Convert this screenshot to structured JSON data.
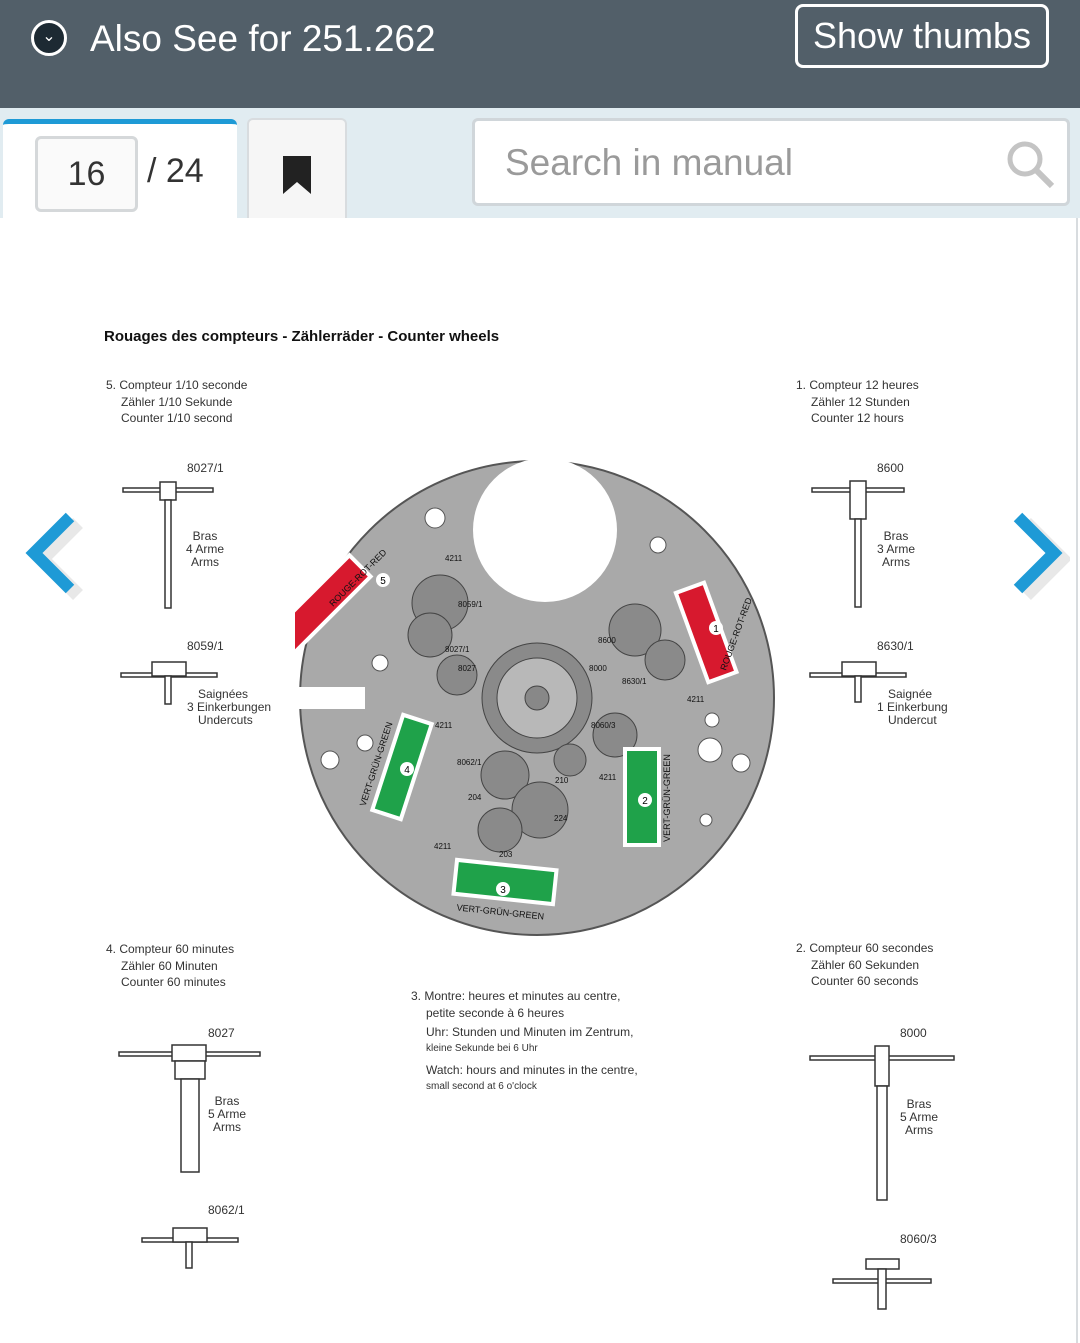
{
  "header": {
    "title": "Also See for 251.262",
    "show_thumbs": "Show thumbs"
  },
  "pager": {
    "current": "16",
    "total": "/ 24"
  },
  "search": {
    "placeholder": "Search in manual"
  },
  "page": {
    "heading": "Rouages des compteurs - Zählerräder - Counter wheels",
    "counter5": [
      "5. Compteur 1/10 seconde",
      "Zähler 1/10 Sekunde",
      "Counter 1/10 second"
    ],
    "counter1": [
      "1. Compteur 12 heures",
      "Zähler 12 Stunden",
      "Counter 12 hours"
    ],
    "counter4": [
      "4. Compteur 60 minutes",
      "Zähler 60 Minuten",
      "Counter 60 minutes"
    ],
    "counter2": [
      "2. Compteur 60 secondes",
      "Zähler 60 Sekunden",
      "Counter 60 seconds"
    ],
    "watch3": [
      "3. Montre: heures et minutes au centre,",
      "petite seconde à 6 heures",
      "Uhr: Stunden und Minuten im Zentrum,",
      "kleine Sekunde bei 6 Uhr",
      "Watch: hours and minutes in the centre,",
      "small second at 6 o'clock"
    ],
    "parts": {
      "p8027_1": {
        "code": "8027/1",
        "l1": "Bras",
        "l2": "4 Arme",
        "l3": "Arms"
      },
      "p8059_1": {
        "code": "8059/1",
        "l1": "Saignées",
        "l2": "3 Einkerbungen",
        "l3": "Undercuts"
      },
      "p8600": {
        "code": "8600",
        "l1": "Bras",
        "l2": "3 Arme",
        "l3": "Arms"
      },
      "p8630_1": {
        "code": "8630/1",
        "l1": "Saignée",
        "l2": "1 Einkerbung",
        "l3": "Undercut"
      },
      "p8027": {
        "code": "8027",
        "l1": "Bras",
        "l2": "5 Arme",
        "l3": "Arms"
      },
      "p8062_1": {
        "code": "8062/1"
      },
      "p8000": {
        "code": "8000",
        "l1": "Bras",
        "l2": "5 Arme",
        "l3": "Arms"
      },
      "p8060_3": {
        "code": "8060/3"
      }
    },
    "diagram": {
      "red": "ROUGE-ROT-RED",
      "green": "VERT-GRÜN-GREEN",
      "nums": [
        "1",
        "2",
        "3",
        "4",
        "5"
      ],
      "labels": [
        "4211",
        "8059/1",
        "8027/1",
        "8027",
        "8600",
        "8000",
        "8630/1",
        "4211",
        "8060/3",
        "4211",
        "8062/1",
        "210",
        "4211",
        "204",
        "224",
        "4211",
        "203"
      ]
    }
  },
  "colors": {
    "header": "#525f69",
    "accent": "#1e9ad6",
    "red": "#d7192e",
    "green": "#1fa24a",
    "plate": "#a9a9a9"
  }
}
